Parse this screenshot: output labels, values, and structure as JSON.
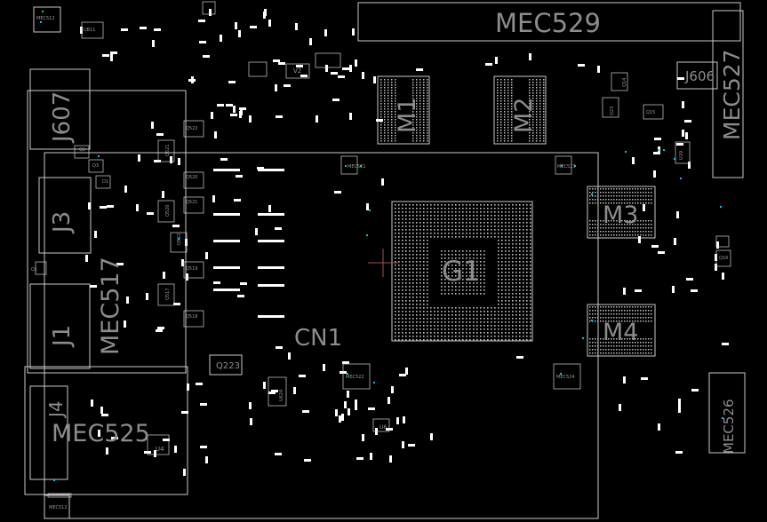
{
  "board": {
    "background": "#000000",
    "outline_color": "#c8c8c8",
    "pad_color": "#ffffff",
    "label_color": "#8c8c8c",
    "pin1_color": "#00c8d8",
    "cursor_color": "#a05050"
  },
  "components": {
    "g1": "G1",
    "m1": "M1",
    "m2": "M2",
    "m3": "M3",
    "m4": "M4",
    "cn1": "CN1",
    "mec529": "MEC529",
    "mec527": "MEC527",
    "mec517": "MEC517",
    "mec525": "MEC525",
    "mec526": "MEC526",
    "j606": "J606",
    "j607": "J607",
    "j3": "J3",
    "j1": "J1",
    "j4": "J4",
    "q223": "Q223"
  },
  "small_labels": {
    "mec512_top": "MEC512",
    "ub11": "UB11",
    "v2": "V2",
    "q522": "Q522",
    "q520": "Q520",
    "q521": "Q521",
    "q519": "Q519",
    "q518": "Q518",
    "q521v": "Q521",
    "q520v": "Q520",
    "q522v": "Q522",
    "q517": "Q517",
    "d1": "D1",
    "q1": "Q1",
    "q2": "Q2",
    "q3": "Q3",
    "mec521": "MEC521",
    "mec523": "MEC523",
    "mec522": "MEC522",
    "mec524": "MEC524",
    "u4": "U4",
    "u6": "U6",
    "u624": "U624",
    "q14": "Q14",
    "q15": "Q15",
    "q23": "Q23",
    "u19": "U19",
    "mec512_bot": "MEC512",
    "q16": "Q16"
  }
}
